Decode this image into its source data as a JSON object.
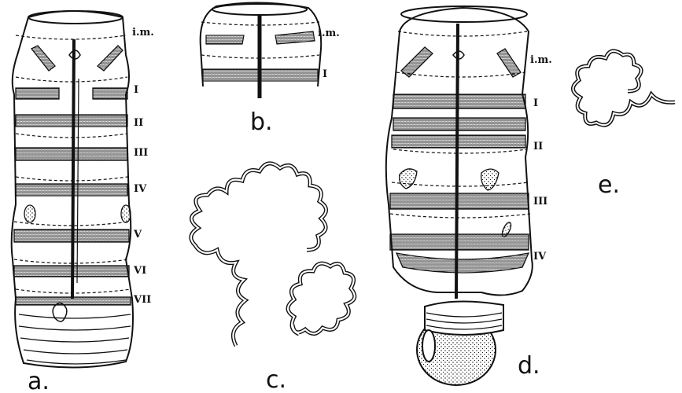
{
  "figure": {
    "panels": {
      "a": {
        "label": "a.",
        "markers": [
          "i.m.",
          "I",
          "II",
          "III",
          "IV",
          "V",
          "VI",
          "VII"
        ]
      },
      "b": {
        "label": "b.",
        "markers": [
          "i.m.",
          "I"
        ]
      },
      "c": {
        "label": "c."
      },
      "d": {
        "label": "d.",
        "markers": [
          "i.m.",
          "I",
          "II",
          "III",
          "IV"
        ]
      },
      "e": {
        "label": "e."
      }
    }
  }
}
